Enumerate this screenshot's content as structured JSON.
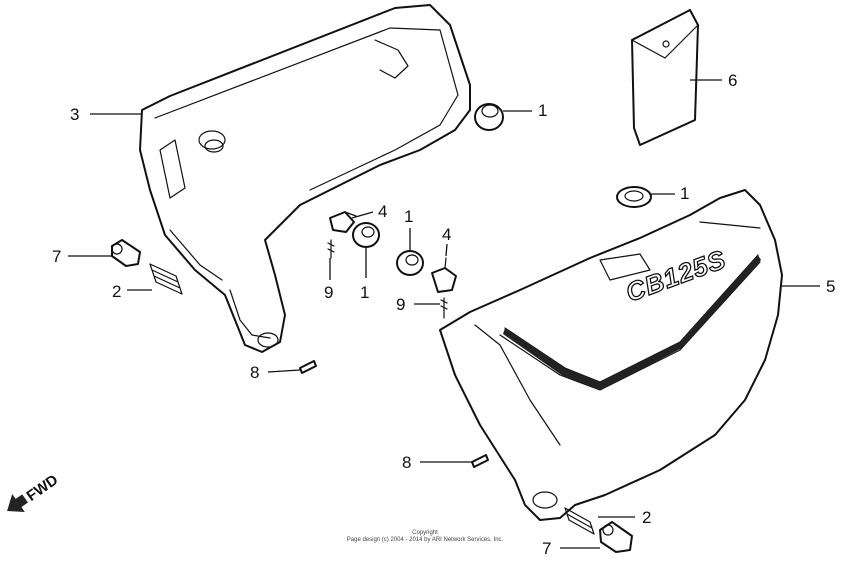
{
  "diagram": {
    "brand_badge": "CB125S",
    "fwd_label": "FWD",
    "callouts": [
      "1",
      "1",
      "1",
      "1",
      "2",
      "2",
      "3",
      "4",
      "4",
      "5",
      "6",
      "7",
      "7",
      "8",
      "8",
      "9",
      "9"
    ]
  },
  "copyright": {
    "line1": "Copyright",
    "line2": "Page design (c) 2004 - 2014 by ARI Network Services, Inc."
  }
}
